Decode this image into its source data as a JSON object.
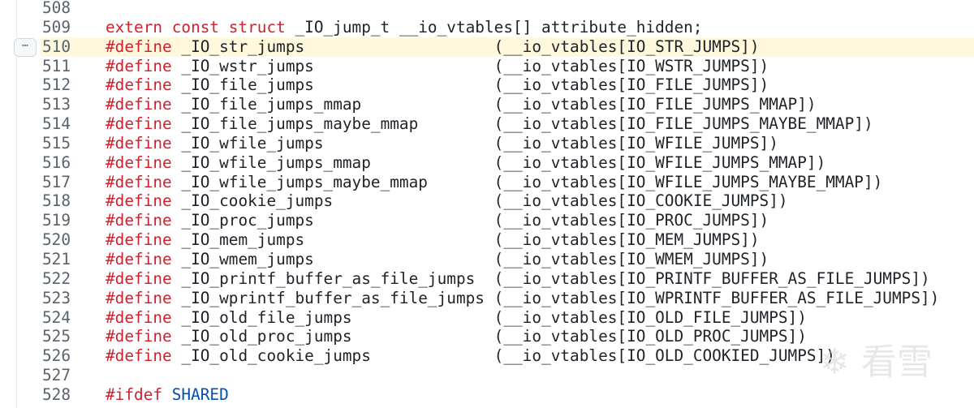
{
  "lines": [
    {
      "num": "508",
      "tokens": []
    },
    {
      "num": "509",
      "tokens": [
        {
          "t": "extern const struct",
          "c": "kw"
        },
        {
          "t": " _IO_jump_t __io_vtables[] attribute_hidden;",
          "c": ""
        }
      ]
    },
    {
      "num": "510",
      "tokens": [
        {
          "t": "#define",
          "c": "kw"
        },
        {
          "t": " _IO_str_jumps                    (__io_vtables[IO_STR_JUMPS])",
          "c": ""
        }
      ],
      "highlighted": true
    },
    {
      "num": "511",
      "tokens": [
        {
          "t": "#define",
          "c": "kw"
        },
        {
          "t": " _IO_wstr_jumps                   (__io_vtables[IO_WSTR_JUMPS])",
          "c": ""
        }
      ]
    },
    {
      "num": "512",
      "tokens": [
        {
          "t": "#define",
          "c": "kw"
        },
        {
          "t": " _IO_file_jumps                   (__io_vtables[IO_FILE_JUMPS])",
          "c": ""
        }
      ]
    },
    {
      "num": "513",
      "tokens": [
        {
          "t": "#define",
          "c": "kw"
        },
        {
          "t": " _IO_file_jumps_mmap              (__io_vtables[IO_FILE_JUMPS_MMAP])",
          "c": ""
        }
      ]
    },
    {
      "num": "514",
      "tokens": [
        {
          "t": "#define",
          "c": "kw"
        },
        {
          "t": " _IO_file_jumps_maybe_mmap        (__io_vtables[IO_FILE_JUMPS_MAYBE_MMAP])",
          "c": ""
        }
      ]
    },
    {
      "num": "515",
      "tokens": [
        {
          "t": "#define",
          "c": "kw"
        },
        {
          "t": " _IO_wfile_jumps                  (__io_vtables[IO_WFILE_JUMPS])",
          "c": ""
        }
      ]
    },
    {
      "num": "516",
      "tokens": [
        {
          "t": "#define",
          "c": "kw"
        },
        {
          "t": " _IO_wfile_jumps_mmap             (__io_vtables[IO_WFILE_JUMPS_MMAP])",
          "c": ""
        }
      ]
    },
    {
      "num": "517",
      "tokens": [
        {
          "t": "#define",
          "c": "kw"
        },
        {
          "t": " _IO_wfile_jumps_maybe_mmap       (__io_vtables[IO_WFILE_JUMPS_MAYBE_MMAP])",
          "c": ""
        }
      ]
    },
    {
      "num": "518",
      "tokens": [
        {
          "t": "#define",
          "c": "kw"
        },
        {
          "t": " _IO_cookie_jumps                 (__io_vtables[IO_COOKIE_JUMPS])",
          "c": ""
        }
      ]
    },
    {
      "num": "519",
      "tokens": [
        {
          "t": "#define",
          "c": "kw"
        },
        {
          "t": " _IO_proc_jumps                   (__io_vtables[IO_PROC_JUMPS])",
          "c": ""
        }
      ]
    },
    {
      "num": "520",
      "tokens": [
        {
          "t": "#define",
          "c": "kw"
        },
        {
          "t": " _IO_mem_jumps                    (__io_vtables[IO_MEM_JUMPS])",
          "c": ""
        }
      ]
    },
    {
      "num": "521",
      "tokens": [
        {
          "t": "#define",
          "c": "kw"
        },
        {
          "t": " _IO_wmem_jumps                   (__io_vtables[IO_WMEM_JUMPS])",
          "c": ""
        }
      ]
    },
    {
      "num": "522",
      "tokens": [
        {
          "t": "#define",
          "c": "kw"
        },
        {
          "t": " _IO_printf_buffer_as_file_jumps  (__io_vtables[IO_PRINTF_BUFFER_AS_FILE_JUMPS])",
          "c": ""
        }
      ]
    },
    {
      "num": "523",
      "tokens": [
        {
          "t": "#define",
          "c": "kw"
        },
        {
          "t": " _IO_wprintf_buffer_as_file_jumps (__io_vtables[IO_WPRINTF_BUFFER_AS_FILE_JUMPS])",
          "c": ""
        }
      ]
    },
    {
      "num": "524",
      "tokens": [
        {
          "t": "#define",
          "c": "kw"
        },
        {
          "t": " _IO_old_file_jumps               (__io_vtables[IO_OLD_FILE_JUMPS])",
          "c": ""
        }
      ]
    },
    {
      "num": "525",
      "tokens": [
        {
          "t": "#define",
          "c": "kw"
        },
        {
          "t": " _IO_old_proc_jumps               (__io_vtables[IO_OLD_PROC_JUMPS])",
          "c": ""
        }
      ]
    },
    {
      "num": "526",
      "tokens": [
        {
          "t": "#define",
          "c": "kw"
        },
        {
          "t": " _IO_old_cookie_jumps             (__io_vtables[IO_OLD_COOKIED_JUMPS])",
          "c": ""
        }
      ]
    },
    {
      "num": "527",
      "tokens": []
    },
    {
      "num": "528",
      "tokens": [
        {
          "t": "#ifdef",
          "c": "kw"
        },
        {
          "t": " ",
          "c": ""
        },
        {
          "t": "SHARED",
          "c": "id"
        }
      ]
    }
  ],
  "more_button": "⋯",
  "watermark": "❄ 看雪"
}
